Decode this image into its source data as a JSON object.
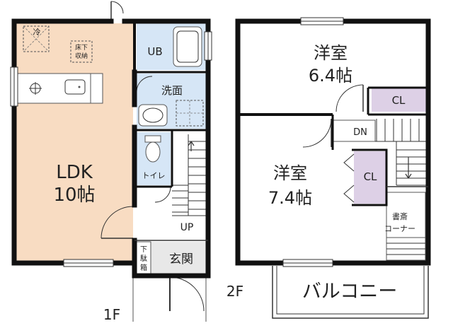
{
  "floors": {
    "first": {
      "label": "1F",
      "rooms": {
        "ldk": {
          "name": "LDK",
          "size": "10帖"
        },
        "bath": {
          "name": "UB"
        },
        "washroom": {
          "name": "洗面"
        },
        "toilet": {
          "name": "トイレ"
        },
        "entrance": {
          "name": "玄関"
        },
        "shoe_box": {
          "name": "下駄箱"
        },
        "fridge": {
          "name": "冷"
        },
        "underfloor_storage": {
          "name": "床下収納"
        }
      },
      "stairs": {
        "label": "UP"
      }
    },
    "second": {
      "label": "2F",
      "rooms": {
        "western_room_1": {
          "name": "洋室",
          "size": "6.4帖"
        },
        "western_room_2": {
          "name": "洋室",
          "size": "7.4帖"
        },
        "closet_1": {
          "name": "CL"
        },
        "closet_2": {
          "name": "CL"
        },
        "study_corner": {
          "name": "書斎コーナー",
          "line1": "書斎",
          "line2": "コーナー"
        },
        "balcony": {
          "name": "バルコニー"
        }
      },
      "stairs": {
        "label": "DN"
      }
    }
  },
  "colors": {
    "ldk_floor": "#f8dcc2",
    "wet_area": "#d6e6f6",
    "entrance": "#e8e8e8",
    "closet": "#ddd0e6",
    "wall": "#111111"
  }
}
